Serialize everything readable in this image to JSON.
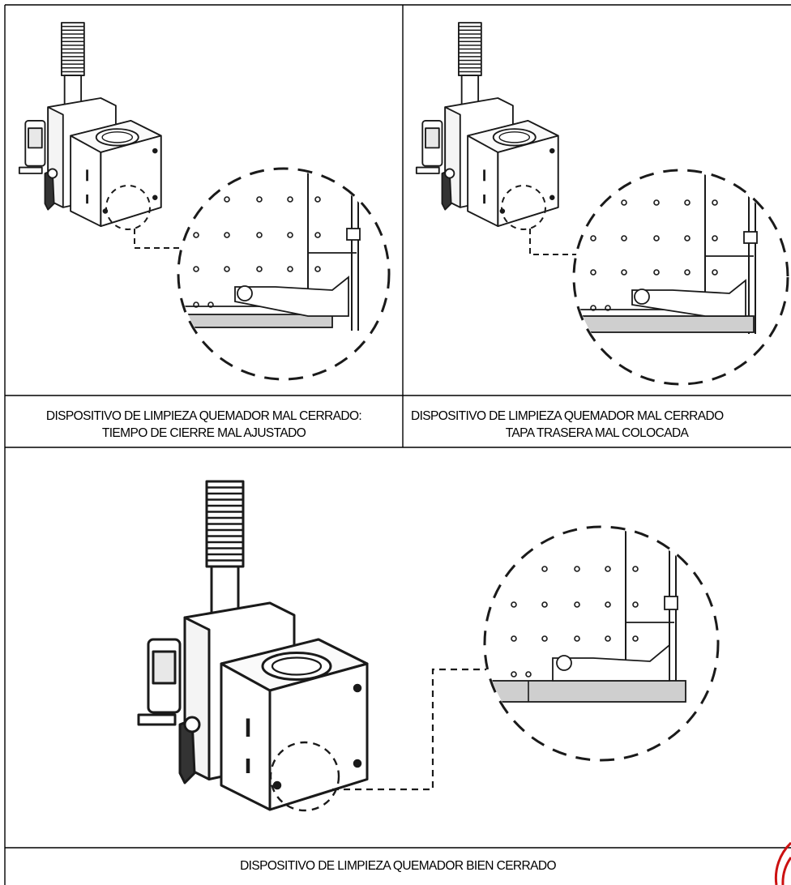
{
  "panels": [
    {
      "caption_line1": "DISPOSITIVO DE LIMPIEZA QUEMADOR MAL CERRADO:",
      "caption_line2": "TIEMPO DE CIERRE MAL AJUSTADO",
      "state": "mal cerrado"
    },
    {
      "caption_line1": "DISPOSITIVO DE LIMPIEZA QUEMADOR MAL CERRADO",
      "caption_line2": "TAPA TRASERA MAL COLOCADA",
      "state": "mal cerrado"
    },
    {
      "caption_line1": "DISPOSITIVO DE LIMPIEZA QUEMADOR BIEN CERRADO",
      "state": "bien cerrado"
    }
  ],
  "colors": {
    "line": "#1a1a1a",
    "grate_fill": "#cfcfcf",
    "stamp": "#cc1111"
  },
  "icons": [
    "burner-illustration",
    "detail-magnifier-circle",
    "leader-line"
  ]
}
